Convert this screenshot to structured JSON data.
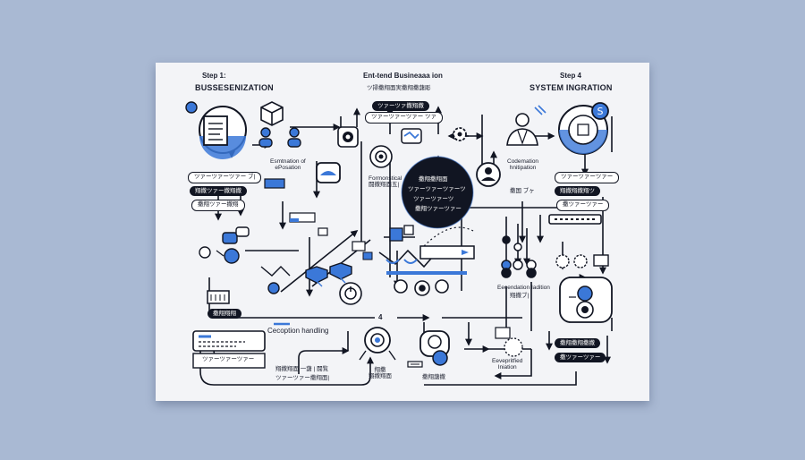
{
  "colors": {
    "background": "#a9b9d3",
    "card": "#f3f4f7",
    "ink": "#111522",
    "accent": "#3b78d8"
  },
  "header": {
    "step1": "Step 1:",
    "step1_title": "BUSSESENIZATION",
    "center_title": "Ent-tend Busineaaa ion",
    "center_subtitle": "ツ掃撒翔面実撒翔撒藷彫",
    "step4": "Step 4",
    "step4_title": "SYSTEM INGRATION"
  },
  "labels": {
    "estimation": "Esmtnation of\nePosation",
    "formonstical": "Formonstical\n闘撒翔面五|",
    "codemation": "Codemation\nhnitipation",
    "codemation_sub": "撒国 ブヶ",
    "exception_handling": "Cecoption handling",
    "escendation": "Eecendation Iadition",
    "escendation_sub": "翔撒ブ|",
    "exceptitfied": "Eevepritfied\nIniation",
    "center_number": "4",
    "bottom_left_sub": "翔撒翔面 一藷 | 闘覧",
    "bottom_left_sub2": "ツァーツァー撒翔面|",
    "bottom_mid1": "翔撒\n翔撒翔面",
    "bottom_mid2": "撒翔藷撒"
  },
  "pills": {
    "top_center_1": "ツァーツァ撒翔撒",
    "top_center_2": "ツァーツァーツァー ツァ",
    "left_1": "ツァーツァーツァー ブ|",
    "left_2": "翔撒ツァー撒翔撒",
    "left_3": "撒翔ツァー撒翔",
    "right_1": "ツァーツァーツァー",
    "right_2": "翔撒翔撒翔ツ",
    "right_3": "撒ツァーツァー",
    "center_circle_1": "撒翔撒翔面",
    "center_circle_2": "ツァーツァーツァーツ",
    "center_circle_3": "ツァーツァーツ",
    "center_circle_4": "撒翔ツァーツァー",
    "right_low_1": "撒翔撒翔撒撒",
    "right_low_2": "撒ツァーツァー",
    "left_low_1": "撒翔翔翔",
    "bottom_left_pill": "ツァーツァーツァー"
  }
}
